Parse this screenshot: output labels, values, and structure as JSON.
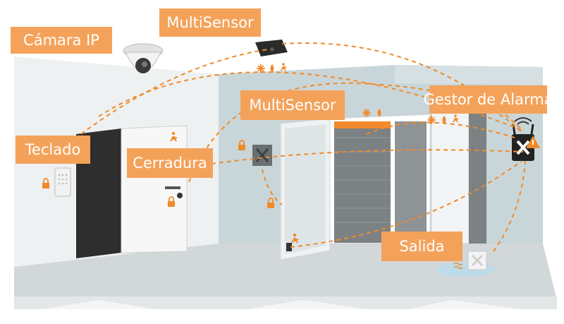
{
  "colors": {
    "accent": "#f4a25a",
    "link_line": "#f08a2a",
    "wall": "#c9d6d9",
    "floor": "#d0d5d7",
    "door_dark": "#2e2e2e",
    "device_dark": "#222222"
  },
  "labels": {
    "camera_ip": "Cámara IP",
    "multisensor_top": "MultiSensor",
    "multisensor_door": "MultiSensor",
    "alarm_manager": "Gestor de Alarma",
    "keypad": "Teclado",
    "lock": "Cerradura",
    "exit": "Salida"
  },
  "icons": {
    "lock": "lock-icon",
    "motion": "walking-person-icon",
    "temperature": "snowflake-icon",
    "humidity": "droplet-icon",
    "wifi": "wifi-icon",
    "flood": "water-waves-icon",
    "warning": "warning-icon"
  }
}
